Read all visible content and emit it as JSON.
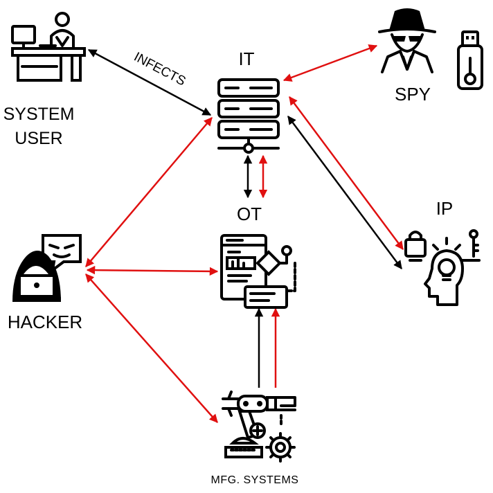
{
  "colors": {
    "black_arrow": "#000000",
    "red_arrow": "#e01010"
  },
  "nodes": {
    "system_user": {
      "label_line1": "SYSTEM",
      "label_line2": "USER",
      "icon": "office-worker-icon"
    },
    "it": {
      "label": "IT",
      "icon": "server-rack-icon"
    },
    "spy": {
      "label": "SPY",
      "icon": "spy-icon"
    },
    "usb": {
      "icon": "usb-drive-icon"
    },
    "ot": {
      "label": "OT",
      "icon": "dashboard-flowchart-icon"
    },
    "ip": {
      "label": "IP",
      "icon": "intellectual-property-icon"
    },
    "hacker": {
      "label": "HACKER",
      "icon": "hacker-icon"
    },
    "mfg": {
      "label": "MFG. SYSTEMS",
      "icon": "robot-arm-icon"
    }
  },
  "edges": {
    "infects_label": "INFECTS"
  }
}
